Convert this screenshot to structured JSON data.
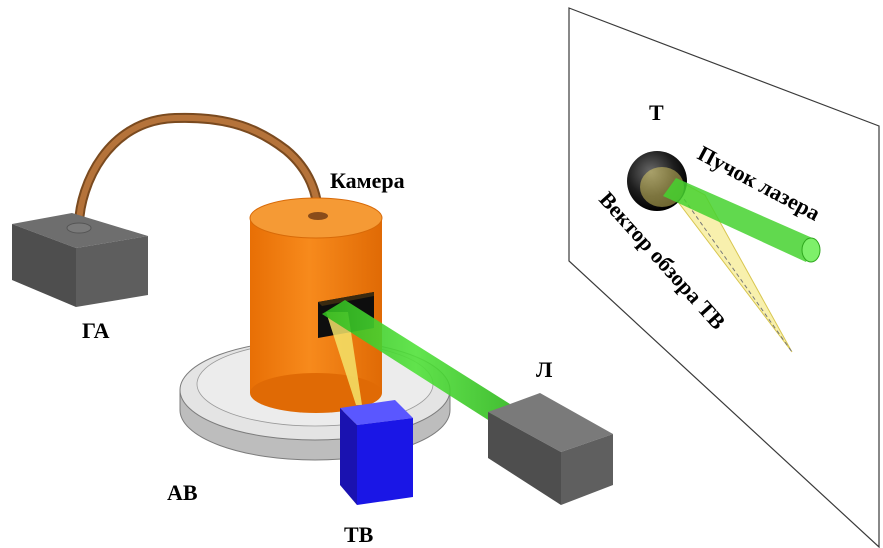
{
  "labels": {
    "ga": "ГА",
    "camera": "Камера",
    "av": "АВ",
    "tv": "ТВ",
    "l": "Л",
    "t": "Т",
    "laser_beam": "Пучок лазера",
    "tv_view_vector": "Вектор обзора ТВ"
  },
  "colors": {
    "camera_body": "#f07c0e",
    "camera_top": "#f59a35",
    "hose": "#a0612c",
    "laser_beam": "#3ed02a",
    "tv_view_cone": "#f3e36a",
    "tv_unit": "#1a16e6",
    "gray_box": "#5a5a5a",
    "turntable": "#e2e2e2"
  },
  "icons": {
    "ga": "gas-apparatus-box-icon",
    "camera": "cylinder-camera-icon",
    "av": "turntable-platform-icon",
    "tv": "tv-camera-cube-icon",
    "l": "laser-box-icon",
    "t": "target-sphere-icon"
  }
}
